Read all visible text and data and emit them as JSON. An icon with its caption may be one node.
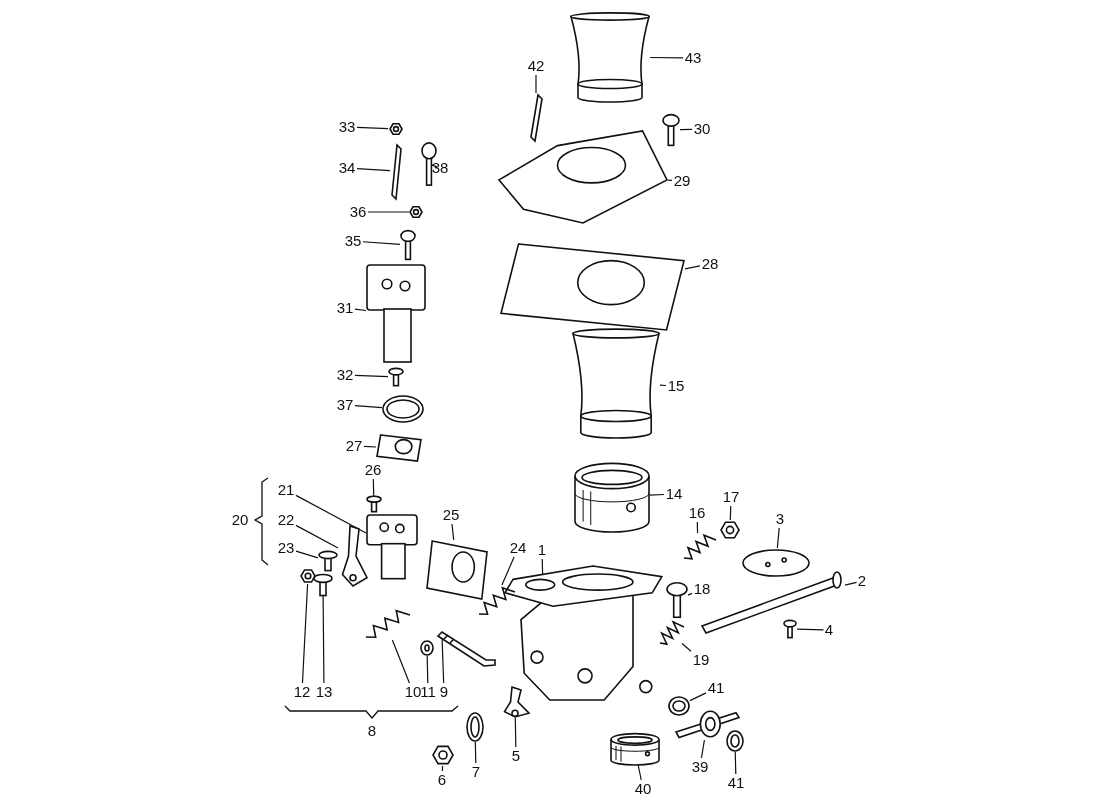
{
  "diagram": {
    "nodes": [
      {
        "text": [
          "1"
        ]
      },
      {
        "text": [],
        "shape": "picture"
      },
      {
        "text": [
          "2"
        ]
      },
      {
        "text": [],
        "shape": "picture"
      },
      {
        "text": [
          "3"
        ]
      },
      {
        "text": [],
        "shape": "picture"
      },
      {
        "text": [
          "4"
        ]
      },
      {
        "text": [],
        "shape": "picture"
      },
      {
        "text": [
          "5"
        ]
      },
      {
        "text": [],
        "shape": "picture"
      },
      {
        "text": [
          "6"
        ]
      },
      {
        "text": [],
        "shape": "picture"
      },
      {
        "text": [
          "7"
        ]
      },
      {
        "text": [],
        "shape": "picture"
      },
      {
        "text": [
          "9"
        ]
      },
      {
        "text": [],
        "shape": "picture"
      },
      {
        "text": [
          "10"
        ]
      },
      {
        "text": [],
        "shape": "picture"
      },
      {
        "text": [
          "11"
        ]
      },
      {
        "text": [],
        "shape": "picture"
      },
      {
        "text": [
          "12"
        ]
      },
      {
        "text": [],
        "shape": "picture"
      },
      {
        "text": [
          "13"
        ]
      },
      {
        "text": [],
        "shape": "picture"
      },
      {
        "text": [
          "14"
        ]
      },
      {
        "text": [],
        "shape": "picture"
      },
      {
        "text": [
          "15"
        ]
      },
      {
        "text": [],
        "shape": "picture"
      },
      {
        "text": [
          "16"
        ]
      },
      {
        "text": [],
        "shape": "picture"
      },
      {
        "text": [
          "17"
        ]
      },
      {
        "text": [],
        "shape": "picture"
      },
      {
        "text": [
          "18"
        ]
      },
      {
        "text": [],
        "shape": "picture"
      },
      {
        "text": [
          "19"
        ]
      },
      {
        "text": [],
        "shape": "picture"
      },
      {
        "text": [
          "21"
        ]
      },
      {
        "text": [],
        "shape": "picture"
      },
      {
        "text": [
          "22"
        ]
      },
      {
        "text": [],
        "shape": "picture"
      },
      {
        "text": [
          "23"
        ]
      },
      {
        "text": [],
        "shape": "picture"
      },
      {
        "text": [
          "24"
        ]
      },
      {
        "text": [],
        "shape": "picture"
      },
      {
        "text": [
          "25"
        ]
      },
      {
        "text": [],
        "shape": "picture"
      },
      {
        "text": [
          "26"
        ]
      },
      {
        "text": [],
        "shape": "picture"
      },
      {
        "text": [
          "27"
        ]
      },
      {
        "text": [],
        "shape": "picture"
      },
      {
        "text": [
          "28"
        ]
      },
      {
        "text": [],
        "shape": "picture"
      },
      {
        "text": [
          "29"
        ]
      },
      {
        "text": [],
        "shape": "picture"
      },
      {
        "text": [
          "30"
        ]
      },
      {
        "text": [],
        "shape": "picture"
      },
      {
        "text": [
          "31"
        ]
      },
      {
        "text": [],
        "shape": "picture"
      },
      {
        "text": [
          "32"
        ]
      },
      {
        "text": [],
        "shape": "picture"
      },
      {
        "text": [
          "33"
        ]
      },
      {
        "text": [],
        "shape": "picture"
      },
      {
        "text": [
          "34"
        ]
      },
      {
        "text": [],
        "shape": "picture"
      },
      {
        "text": [
          "35"
        ]
      },
      {
        "text": [],
        "shape": "picture"
      },
      {
        "text": [
          "36"
        ]
      },
      {
        "text": [],
        "shape": "picture"
      },
      {
        "text": [
          "37"
        ]
      },
      {
        "text": [],
        "shape": "picture"
      },
      {
        "text": [
          "38"
        ]
      },
      {
        "text": [],
        "shape": "picture"
      },
      {
        "text": [
          "39"
        ]
      },
      {
        "text": [],
        "shape": "picture"
      },
      {
        "text": [
          "40"
        ]
      },
      {
        "text": [],
        "shape": "picture"
      },
      {
        "text": [
          "41"
        ]
      },
      {
        "text": [],
        "shape": "picture"
      },
      {
        "text": [
          "42"
        ]
      },
      {
        "text": [],
        "shape": "picture"
      },
      {
        "text": [
          "43"
        ]
      },
      {
        "text": [],
        "shape": "picture"
      },
      {
        "text": [
          "41"
        ]
      },
      {
        "text": [],
        "shape": "picture"
      }
    ],
    "edges": [
      {
        "from": 0,
        "to": 1,
        "arrow": "none"
      },
      {
        "from": 2,
        "to": 3,
        "arrow": "none"
      },
      {
        "from": 4,
        "to": 5,
        "arrow": "none"
      },
      {
        "from": 6,
        "to": 7,
        "arrow": "none"
      },
      {
        "from": 8,
        "to": 9,
        "arrow": "none"
      },
      {
        "from": 10,
        "to": 11,
        "arrow": "none"
      },
      {
        "from": 12,
        "to": 13,
        "arrow": "none"
      },
      {
        "from": 14,
        "to": 15,
        "arrow": "none"
      },
      {
        "from": 16,
        "to": 17,
        "arrow": "none"
      },
      {
        "from": 18,
        "to": 19,
        "arrow": "none"
      },
      {
        "from": 20,
        "to": 21,
        "arrow": "none"
      },
      {
        "from": 22,
        "to": 23,
        "arrow": "none"
      },
      {
        "from": 24,
        "to": 25,
        "arrow": "none"
      },
      {
        "from": 26,
        "to": 27,
        "arrow": "none"
      },
      {
        "from": 28,
        "to": 29,
        "arrow": "none"
      },
      {
        "from": 30,
        "to": 31,
        "arrow": "none"
      },
      {
        "from": 32,
        "to": 33,
        "arrow": "none"
      },
      {
        "from": 34,
        "to": 35,
        "arrow": "none"
      },
      {
        "from": 36,
        "to": 37,
        "arrow": "none"
      },
      {
        "from": 38,
        "to": 39,
        "arrow": "none"
      },
      {
        "from": 40,
        "to": 41,
        "arrow": "none"
      },
      {
        "from": 42,
        "to": 43,
        "arrow": "none"
      },
      {
        "from": 44,
        "to": 45,
        "arrow": "none"
      },
      {
        "from": 46,
        "to": 47,
        "arrow": "none"
      },
      {
        "from": 48,
        "to": 49,
        "arrow": "none"
      },
      {
        "from": 50,
        "to": 51,
        "arrow": "none"
      },
      {
        "from": 52,
        "to": 53,
        "arrow": "none"
      },
      {
        "from": 54,
        "to": 55,
        "arrow": "none"
      },
      {
        "from": 56,
        "to": 57,
        "arrow": "none"
      },
      {
        "from": 58,
        "to": 59,
        "arrow": "none"
      },
      {
        "from": 60,
        "to": 61,
        "arrow": "none"
      },
      {
        "from": 62,
        "to": 63,
        "arrow": "none"
      },
      {
        "from": 64,
        "to": 65,
        "arrow": "none"
      },
      {
        "from": 66,
        "to": 67,
        "arrow": "none"
      },
      {
        "from": 68,
        "to": 69,
        "arrow": "none"
      },
      {
        "from": 70,
        "to": 71,
        "arrow": "none"
      },
      {
        "from": 72,
        "to": 73,
        "arrow": "none"
      },
      {
        "from": 74,
        "to": 75,
        "arrow": "none"
      },
      {
        "from": 76,
        "to": 77,
        "arrow": "none"
      },
      {
        "from": 78,
        "to": 79,
        "arrow": "none"
      },
      {
        "from": 80,
        "to": 81,
        "arrow": "none"
      },
      {
        "from": 82,
        "to": 83,
        "arrow": "none"
      }
    ],
    "labels": [
      "20",
      "8"
    ]
  }
}
